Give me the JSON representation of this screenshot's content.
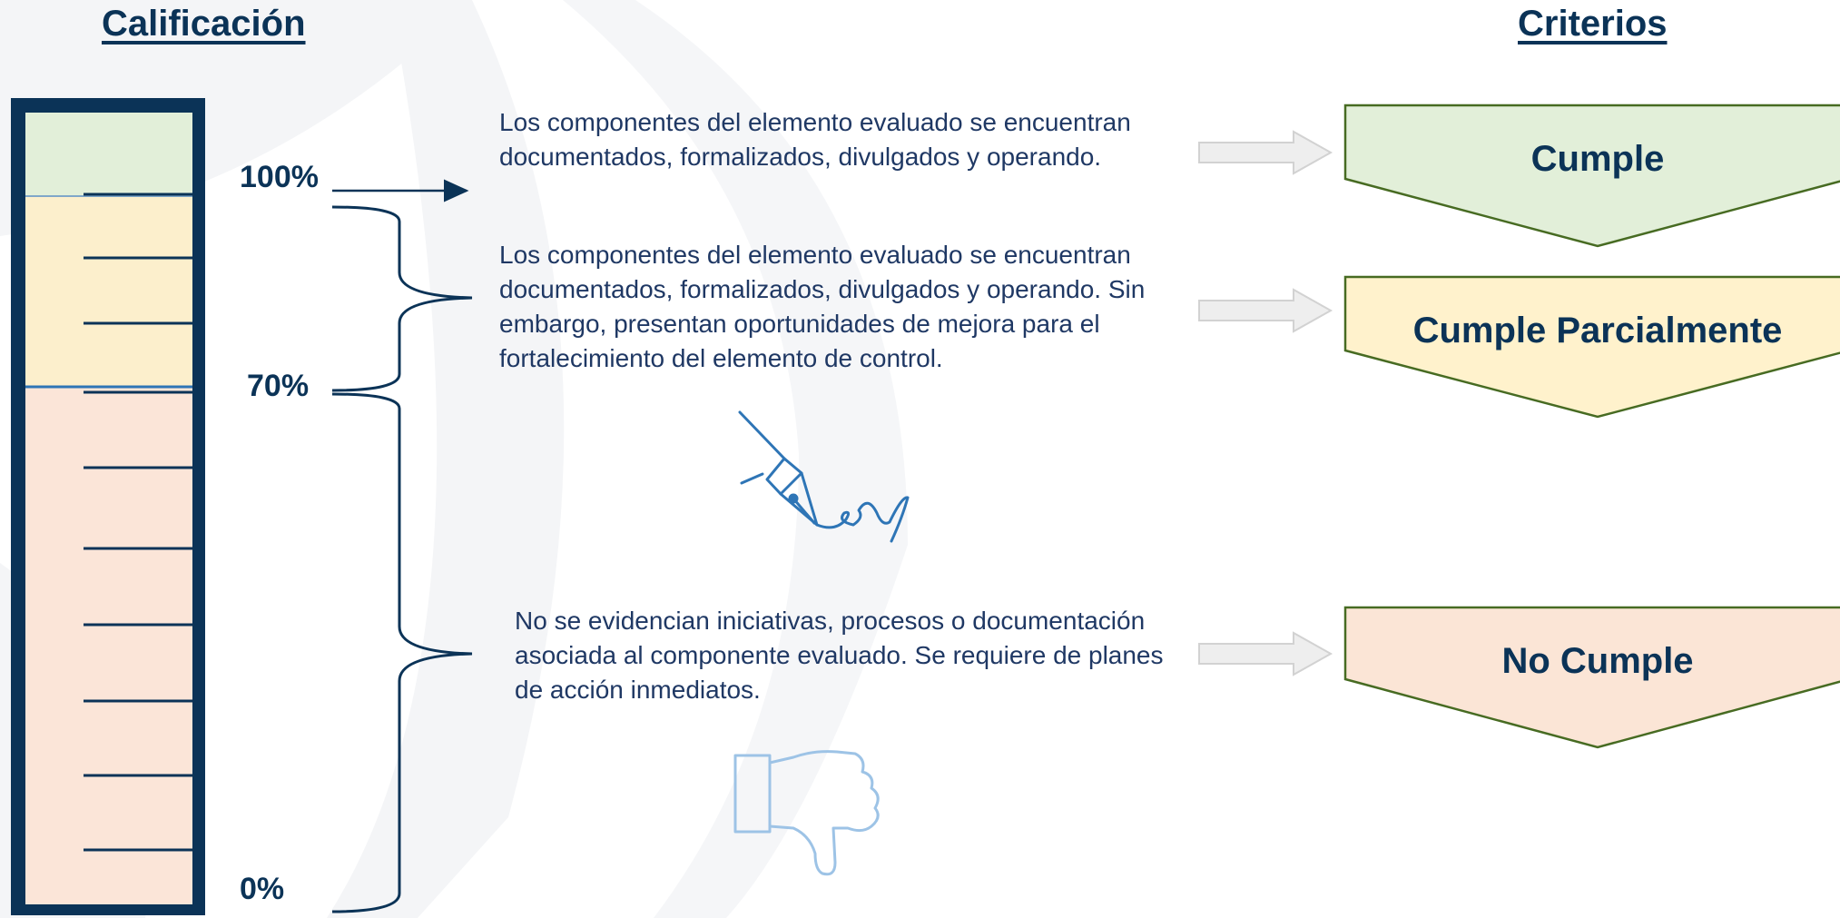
{
  "headings": {
    "calificacion": "Calificación",
    "criterios": "Criterios"
  },
  "scale": {
    "top_label": "100%",
    "mid_label": "70%",
    "bottom_label": "0%",
    "bands": [
      {
        "from": 1.0,
        "to": 0.7,
        "color": "#fcefcc"
      },
      {
        "from": 0.7,
        "to": 0.0,
        "color": "#fbe5d8"
      }
    ],
    "over_full_color": "#e2efd9",
    "frame_color": "#0b3357"
  },
  "descriptions": {
    "cumple": "Los componentes del elemento evaluado se encuentran documentados, formalizados, divulgados y operando.",
    "parcial": "Los componentes del elemento evaluado se encuentran documentados, formalizados, divulgados y operando. Sin embargo, presentan oportunidades de mejora para el fortalecimiento del elemento de control.",
    "no_cumple": "No se evidencian iniciativas, procesos o documentación asociada al componente evaluado. Se requiere de planes de acción inmediatos."
  },
  "criteria": [
    {
      "label": "Cumple",
      "color": "#e2efd9"
    },
    {
      "label": "Cumple Parcialmente",
      "color": "#fff2cc"
    },
    {
      "label": "No Cumple",
      "color": "#fbe5d6"
    }
  ],
  "icons": {
    "pen": "fountain-pen-signature-icon",
    "thumb": "thumbs-down-icon"
  }
}
